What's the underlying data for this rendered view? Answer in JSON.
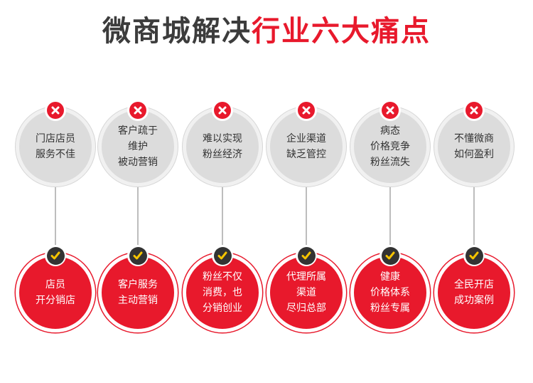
{
  "title": {
    "part1": "微商城解决",
    "part2": "行业六大痛点"
  },
  "colors": {
    "accent": "#e8192c",
    "pain_fill": "#dcdcdc",
    "text_dark": "#3c3c3c",
    "check_yellow": "#f5c400"
  },
  "icons": {
    "pain": "cross-icon",
    "solution": "check-icon"
  },
  "items": [
    {
      "pain": "门店店员\n服务不佳",
      "solution": "店员\n开分销店"
    },
    {
      "pain": "客户疏于\n维护\n被动营销",
      "solution": "客户服务\n主动营销"
    },
    {
      "pain": "难以实现\n粉丝经济",
      "solution": "粉丝不仅\n消费，也\n分销创业"
    },
    {
      "pain": "企业渠道\n缺乏管控",
      "solution": "代理所属\n渠道\n尽归总部"
    },
    {
      "pain": "病态\n价格竞争\n粉丝流失",
      "solution": "健康\n价格体系\n粉丝专属"
    },
    {
      "pain": "不懂微商\n如何盈利",
      "solution": "全民开店\n成功案例"
    }
  ]
}
